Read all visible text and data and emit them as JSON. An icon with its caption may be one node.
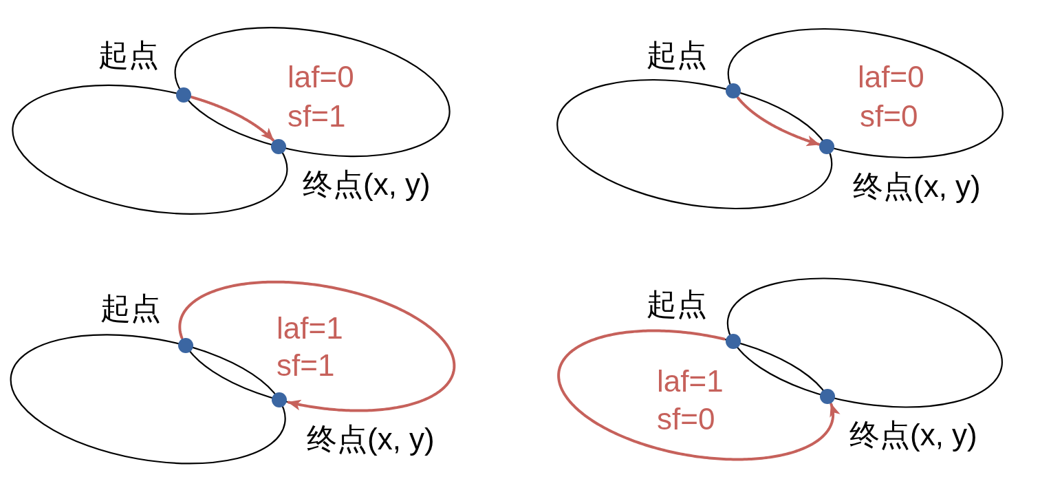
{
  "diagram": {
    "nodes": [
      {
        "text": [],
        "shape": "circle",
        "beside": [
          "起点"
        ]
      },
      {
        "text": [],
        "shape": "circle",
        "beside": [
          "终点(x, y)"
        ]
      },
      {
        "text": [],
        "shape": "circle",
        "beside": [
          "起点"
        ]
      },
      {
        "text": [],
        "shape": "circle",
        "beside": [
          "终点(x, y)"
        ]
      },
      {
        "text": [],
        "shape": "circle",
        "beside": [
          "起点"
        ]
      },
      {
        "text": [],
        "shape": "circle",
        "beside": [
          "终点(x, y)"
        ]
      },
      {
        "text": [],
        "shape": "circle",
        "beside": [
          "起点"
        ]
      },
      {
        "text": [],
        "shape": "circle",
        "beside": [
          "终点(x, y)"
        ]
      }
    ],
    "edges": [
      {
        "from": 0,
        "to": 1,
        "arrow": "to"
      },
      {
        "from": 2,
        "to": 3,
        "arrow": "to"
      },
      {
        "from": 4,
        "to": 5,
        "arrow": "to"
      },
      {
        "from": 6,
        "to": 7,
        "arrow": "to"
      }
    ],
    "labels": [
      "laf=0",
      "sf=1",
      "laf=0",
      "sf=0",
      "laf=1",
      "sf=1",
      "laf=1",
      "sf=0"
    ]
  }
}
